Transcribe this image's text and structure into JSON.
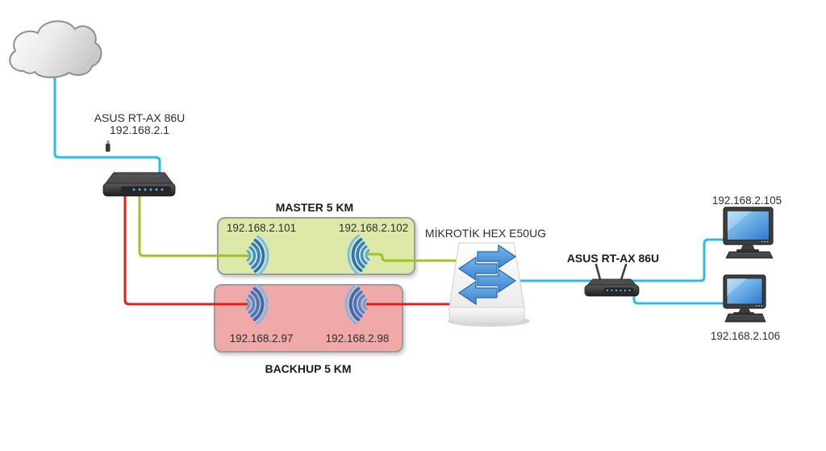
{
  "diagram": {
    "devices": {
      "cloud": {
        "icon": "cloud-icon"
      },
      "router_main": {
        "model": "ASUS RT-AX 86U",
        "ip": "192.168.2.1",
        "icon": "router-icon"
      },
      "switch": {
        "model": "MİKROTİK HEX E50UG",
        "icon": "switch-icon"
      },
      "router_remote": {
        "model": "ASUS RT-AX 86U",
        "icon": "wireless-router-icon"
      },
      "pc_top": {
        "ip": "192.168.2.105",
        "icon": "desktop-pc-icon"
      },
      "pc_bottom": {
        "ip": "192.168.2.106",
        "icon": "desktop-pc-icon"
      }
    },
    "links": {
      "master": {
        "title": "MASTER 5 KM",
        "left_ip": "192.168.2.101",
        "right_ip": "192.168.2.102",
        "line_color": "#9fc326",
        "box_fill": "#dce9a9"
      },
      "backup": {
        "title": "BACKHUP 5 KM",
        "left_ip": "192.168.2.97",
        "right_ip": "192.168.2.98",
        "line_color": "#e21d1d",
        "box_fill": "#f0a9a9"
      },
      "wan_line_color": "#2fbce4",
      "device_blue": "#4793d8"
    }
  }
}
